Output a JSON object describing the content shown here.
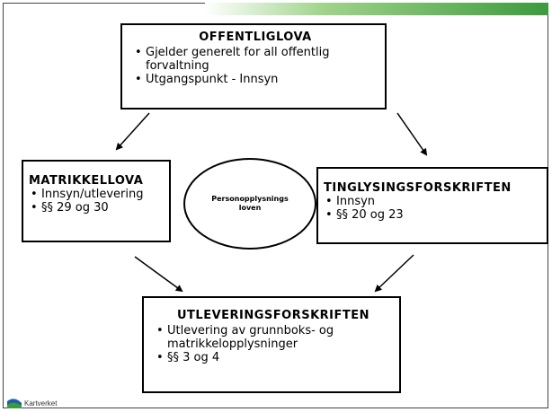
{
  "boxes": {
    "offentlig": {
      "title": "OFFENTLIGLOVA",
      "items": [
        "Gjelder generelt for all offentlig forvaltning",
        "Utgangspunkt - Innsyn"
      ]
    },
    "matrikkel": {
      "title": "MATRIKKELLOVA",
      "items": [
        "Innsyn/utlevering",
        "§§ 29 og 30"
      ]
    },
    "tinglys": {
      "title": "TINGLYSINGSFORSKRIFTEN",
      "items": [
        "Innsyn",
        "§§ 20 og 23"
      ]
    },
    "utlever": {
      "title": "UTLEVERINGSFORSKRIFTEN",
      "items": [
        "Utlevering av grunnboks- og matrikkelopplysninger",
        "§§ 3 og 4"
      ]
    }
  },
  "ellipse": {
    "line1": "Personopplysnings",
    "line2": "loven"
  },
  "logo": {
    "text": "Kartverket"
  },
  "colors": {
    "accent_light": "#9fd38a",
    "accent_dark": "#3d9a3d",
    "logo_blue": "#1f5fa8",
    "logo_green": "#3d9a3d"
  }
}
